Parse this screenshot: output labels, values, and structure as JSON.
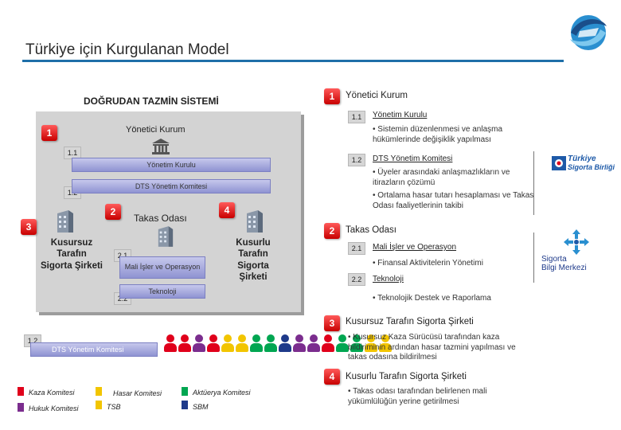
{
  "page": {
    "title": "Türkiye için Kurgulanan Model"
  },
  "diagram": {
    "system_title": "DOĞRUDAN TAZMİN SİSTEMİ",
    "badges": {
      "b1": "1",
      "b2": "2",
      "b3": "3",
      "b4": "4"
    },
    "sub_labels": {
      "s11": "1.1",
      "s12": "1.2",
      "s21": "2.1",
      "s22": "2.2",
      "s12b": "1.2"
    },
    "yonetici_kurum": "Yönetici Kurum",
    "yonetim_kurulu": "Yönetim Kurulu",
    "dts_komitesi": "DTS Yönetim Komitesi",
    "takas_odasi": "Takas Odası",
    "kusursuz": "Kusursuz Tarafın Sigorta Şirketi",
    "kusurlu": "Kusurlu Tarafın Sigorta Şirketi",
    "mali_isler": "Mali İşler ve Operasyon",
    "teknoloji": "Teknoloji",
    "dts_komitesi_bottom": "DTS Yönetim Komitesi",
    "legend": [
      {
        "label": "Kaza Komitesi",
        "color": "#e0001b"
      },
      {
        "label": "Hasar Komitesi",
        "color": "#f2c500"
      },
      {
        "label": "Aktüerya Komitesi",
        "color": "#00a651"
      },
      {
        "label": "Hukuk Komitesi",
        "color": "#7b2d8e"
      },
      {
        "label": "TSB",
        "color": "#f2c500"
      },
      {
        "label": "SBM",
        "color": "#1e3a8a"
      }
    ],
    "people_colors": [
      "#e0001b",
      "#e0001b",
      "#7b2d8e",
      "#e0001b",
      "#f2c500",
      "#f2c500",
      "#00a651",
      "#00a651",
      "#1e3a8a",
      "#7b2d8e",
      "#7b2d8e",
      "#e0001b",
      "#00a651",
      "#00a651",
      "#f2c500",
      "#f2c500"
    ]
  },
  "right": {
    "s1": {
      "num": "1",
      "title": "Yönetici Kurum",
      "i11": {
        "num": "1.1",
        "title": "Yönetim Kurulu",
        "bullets": [
          "Sistemin düzenlenmesi ve anlaşma hükümlerinde değişiklik yapılması"
        ]
      },
      "i12": {
        "num": "1.2",
        "title": "DTS Yönetim Komitesi",
        "bullets": [
          "Üyeler arasındaki anlaşmazlıkların ve itirazların çözümü",
          "Ortalama hasar tutarı hesaplaması ve Takas Odası faaliyetlerinin takibi"
        ]
      }
    },
    "s2": {
      "num": "2",
      "title": "Takas Odası",
      "i21": {
        "num": "2.1",
        "title": "Mali İşler ve Operasyon",
        "bullets": [
          "Finansal Aktivitelerin Yönetimi"
        ]
      },
      "i22": {
        "num": "2.2",
        "title": "Teknoloji",
        "bullets": [
          "Teknolojik Destek ve Raporlama"
        ]
      }
    },
    "s3": {
      "num": "3",
      "title": "Kusursuz Tarafın Sigorta Şirketi",
      "bullets": [
        "Kusursuz Kaza Sürücüsü tarafından kaza bildiriminin ardından hasar tazmini yapılması ve takas odasına bildirilmesi"
      ]
    },
    "s4": {
      "num": "4",
      "title": "Kusurlu Tarafın Sigorta Şirketi",
      "bullets": [
        "Takas odası tarafından belirlenen mali yükümlülüğün yerine getirilmesi"
      ]
    }
  },
  "logos": {
    "tsb_line1": "Türkiye",
    "tsb_line2": "Sigorta Birliği",
    "sbm_line1": "Sigorta",
    "sbm_line2": "Bilgi Merkezi"
  },
  "colors": {
    "accent_blue": "#1f6fa8",
    "badge_red": "#e00000",
    "bar_purple": "#9da1d8",
    "panel_gray": "#d3d3d3"
  }
}
